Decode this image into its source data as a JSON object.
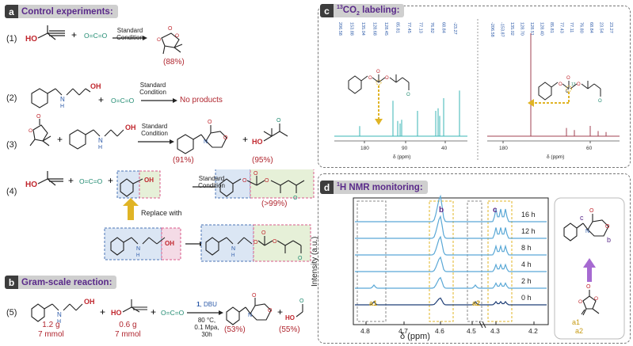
{
  "panel_a": {
    "letter": "a",
    "title": "Control experiments:",
    "rows": [
      {
        "num": "(1)",
        "co2": "O=C=O",
        "cond1": "Standard",
        "cond2": "Condition",
        "yield": "(88%)"
      },
      {
        "num": "(2)",
        "co2": "O=C=O",
        "cond1": "Standard",
        "cond2": "Condition",
        "result": "No products"
      },
      {
        "num": "(3)",
        "cond1": "Standard",
        "cond2": "Condition",
        "yield1": "(91%)",
        "yield2": "(95%)"
      },
      {
        "num": "(4)",
        "co2": "O=C=O",
        "cond1": "Standard",
        "cond2": "Condition",
        "yield": "(>99%)",
        "replace": "Replace with"
      }
    ]
  },
  "panel_b": {
    "letter": "b",
    "title": "Gram-scale reaction:",
    "num": "(5)",
    "co2": "O=C=O",
    "mass1": "1.2 g",
    "mol1": "7 mmol",
    "mass2": "0.6 g",
    "mol2": "7 mmol",
    "cat_num": "1",
    "cat_name": ", DBU",
    "cond_temp": "80 °C,",
    "cond_pres": "0.1 Mpa,",
    "cond_time": "30h",
    "yield1": "(53%)",
    "yield2": "(55%)"
  },
  "panel_c": {
    "letter": "c",
    "title_sup": "13",
    "title_rest": "CO",
    "title_sub": "2",
    "title_end": " labeling:",
    "left_peaks": [
      "206.58",
      "153.88",
      "135.04",
      "128.68",
      "128.45",
      "85.81",
      "77.45",
      "77.13",
      "76.82",
      "68.84",
      "-23.27"
    ],
    "right_peaks": [
      "-206.58",
      "-153.87",
      "135.02",
      "128.70",
      "128.51",
      "128.40",
      "85.81",
      "77.43",
      "77.11",
      "76.80",
      "68.84",
      "23.54",
      "23.27"
    ],
    "left_ticks": [
      "180",
      "90",
      "40"
    ],
    "right_ticks": [
      "180",
      "60"
    ],
    "axis_label": "δ (ppm)",
    "c13_label": "13",
    "c13_atom": "C"
  },
  "panel_d": {
    "letter": "d",
    "title_sup": "1",
    "title_rest": "H NMR monitoring:",
    "ylabel": "Intensity (a.u.)",
    "xlabel": "δ (ppm)",
    "xticks": [
      "4.8",
      "4.7",
      "4.6",
      "4.5",
      "4.3",
      "4.2"
    ],
    "times": [
      "16 h",
      "12 h",
      "8 h",
      "4 h",
      "2 h",
      "0 h"
    ],
    "label_b": "b",
    "label_c": "c",
    "label_a1": "a1",
    "label_a2": "a2",
    "struct_b": "b",
    "struct_c": "c",
    "struct_a1": "a1",
    "struct_a2": "a2",
    "colors": {
      "series": "#5aa8d6",
      "bottom": "#1f3f77",
      "box": "#e0b425",
      "accent": "#8a3ab9"
    }
  }
}
